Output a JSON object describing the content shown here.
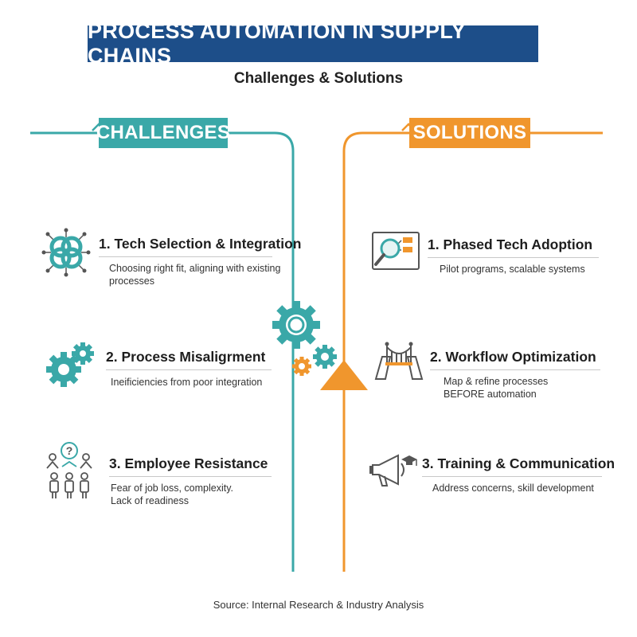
{
  "title": "PROCESS AUTOMATION IN SUPPLY CHAINS",
  "subtitle": "Challenges & Solutions",
  "challenges": {
    "heading": "CHALLENGES",
    "items": [
      {
        "title": "1. Tech Selection & Integration",
        "desc_lines": [
          "Choosing right fit, aligning with existing",
          "processes"
        ],
        "icon": "network-knot-icon"
      },
      {
        "title": "2. Process Misaligrment",
        "desc_lines": [
          "Ineificiencies from poor integration"
        ],
        "icon": "gears-icon"
      },
      {
        "title": "3. Employee Resistance",
        "desc_lines": [
          "Fear of job loss, complexity.",
          "Lack of readiness"
        ],
        "icon": "people-question-icon"
      }
    ]
  },
  "solutions": {
    "heading": "SOLUTIONS",
    "items": [
      {
        "title": "1. Phased Tech Adoption",
        "desc_lines": [
          "Pilot programs, scalable systems"
        ],
        "icon": "magnifier-board-icon"
      },
      {
        "title": "2. Workflow Optimization",
        "desc_lines": [
          "Map & refine processes",
          "BEFORE automation"
        ],
        "icon": "bridge-icon"
      },
      {
        "title": "3. Training & Communication",
        "desc_lines": [
          "Address concerns, skill development"
        ],
        "icon": "megaphone-icon"
      }
    ]
  },
  "source": "Source: Internal Research & Industry Analysis",
  "colors": {
    "navy": "#1d4e89",
    "teal": "#3aa8a8",
    "orange": "#f0962d"
  }
}
